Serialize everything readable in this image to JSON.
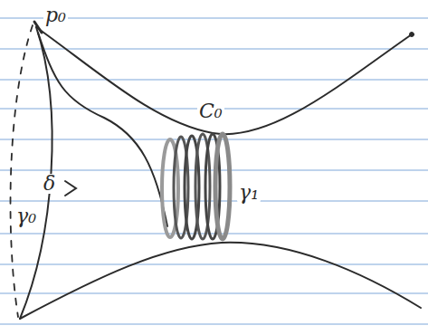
{
  "diagram": {
    "labels": [
      "p₀",
      "C₀",
      "δ",
      "γ₀",
      "γ₁"
    ]
  }
}
